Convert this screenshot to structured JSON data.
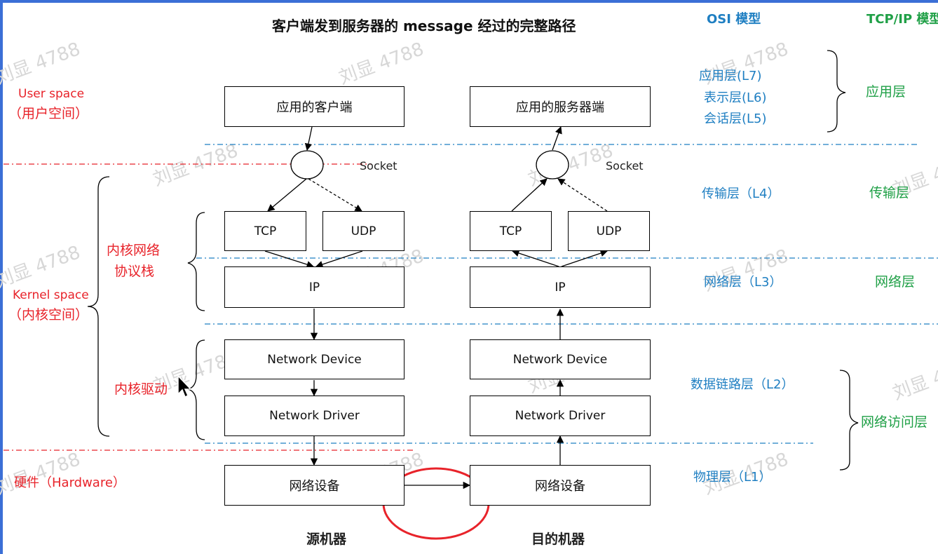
{
  "title": "客户端发到服务器的 message 经过的完整路径",
  "osi_header": "OSI 模型",
  "tcpip_header": "TCP/IP 模型",
  "left_labels": {
    "user_space": "User space",
    "user_space_cn": "（用户空间）",
    "kernel_stack": "内核网络",
    "kernel_stack2": "协议栈",
    "kernel_space": "Kernel space",
    "kernel_space_cn": "（内核空间）",
    "kernel_driver": "内核驱动",
    "hardware": "硬件（Hardware）"
  },
  "source": {
    "app": "应用的客户端",
    "socket": "Socket",
    "tcp": "TCP",
    "udp": "UDP",
    "ip": "IP",
    "net_device": "Network Device",
    "net_driver": "Network Driver",
    "hw": "网络设备",
    "caption": "源机器"
  },
  "dest": {
    "app": "应用的服务器端",
    "socket": "Socket",
    "tcp": "TCP",
    "udp": "UDP",
    "ip": "IP",
    "net_device": "Network Device",
    "net_driver": "Network Driver",
    "hw": "网络设备",
    "caption": "目的机器"
  },
  "osi_layers": {
    "l7": "应用层(L7)",
    "l6": "表示层(L6)",
    "l5": "会话层(L5)",
    "l4": "传输层（L4）",
    "l3": "网络层（L3）",
    "l2": "数据链路层（L2）",
    "l1": "物理层（L1）"
  },
  "tcpip_layers": {
    "app": "应用层",
    "transport": "传输层",
    "network": "网络层",
    "access": "网络访问层"
  },
  "watermark": "刘显 4788",
  "colors": {
    "red": "#e8232a",
    "blue": "#1f7fc2",
    "green": "#20a047",
    "frame": "#3b6fd6"
  }
}
